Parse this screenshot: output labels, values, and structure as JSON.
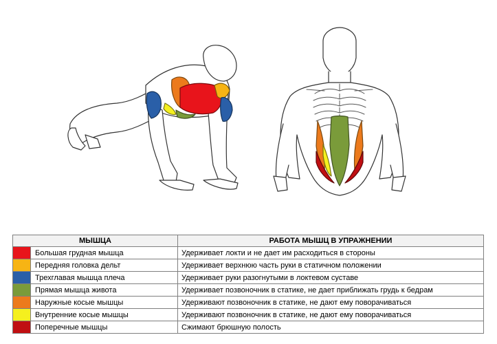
{
  "table": {
    "header_muscle": "МЫШЦА",
    "header_work": "РАБОТА МЫШЦ В УПРАЖНЕНИИ",
    "rows": [
      {
        "color": "#e8141b",
        "muscle": "Большая грудная мышца",
        "work": "Удерживает локти и не дает им расходиться в стороны"
      },
      {
        "color": "#f7b414",
        "muscle": "Передняя головка дельт",
        "work": "Удерживает верхнюю часть руки в статичном положении"
      },
      {
        "color": "#2a5fa8",
        "muscle": "Трехглавая мышца плеча",
        "work": "Удерживает руки разогнутыми в локтевом суставе"
      },
      {
        "color": "#7a9b3a",
        "muscle": "Прямая мышца живота",
        "work": "Удерживает позвоночник в статике, не дает приближать грудь к бедрам"
      },
      {
        "color": "#ec7a1c",
        "muscle": "Наружные косые мышцы",
        "work": "Удерживают позвоночник в статике, не дают ему поворачиваться"
      },
      {
        "color": "#f5f01e",
        "muscle": "Внутренние косые мышцы",
        "work": "Удерживают позвоночник в статике, не дают ему поворачиваться"
      },
      {
        "color": "#c00f12",
        "muscle": "Поперечные мышцы",
        "work": "Сжимают брюшную полость"
      }
    ]
  },
  "colors": {
    "pectoral": "#e8141b",
    "deltoid": "#f7b414",
    "triceps": "#2a5fa8",
    "abs": "#7a9b3a",
    "external_oblique": "#ec7a1c",
    "internal_oblique": "#f5f01e",
    "transverse": "#c00f12"
  }
}
